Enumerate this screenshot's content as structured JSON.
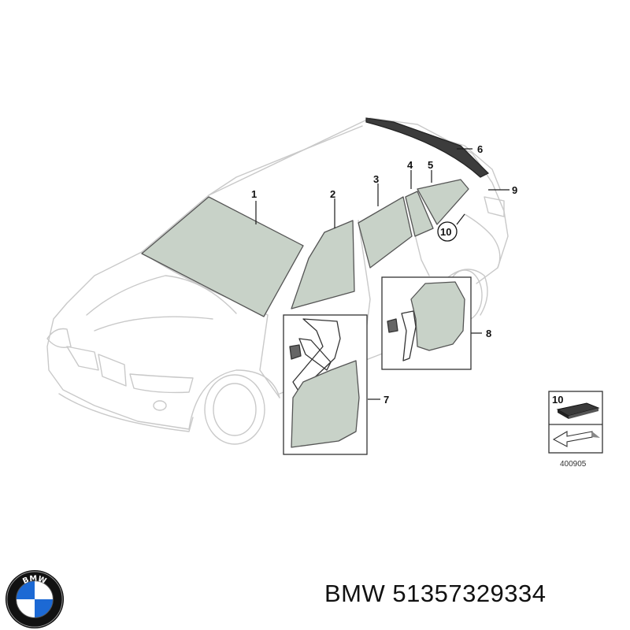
{
  "callouts": [
    {
      "id": "1",
      "label": "1"
    },
    {
      "id": "2",
      "label": "2"
    },
    {
      "id": "3",
      "label": "3"
    },
    {
      "id": "4",
      "label": "4"
    },
    {
      "id": "5",
      "label": "5"
    },
    {
      "id": "6",
      "label": "6"
    },
    {
      "id": "7",
      "label": "7"
    },
    {
      "id": "8",
      "label": "8"
    },
    {
      "id": "9",
      "label": "9"
    },
    {
      "id": "10",
      "label": "10"
    }
  ],
  "legend_box": {
    "number": "10",
    "ref_code": "400905"
  },
  "logo": {
    "letters": "BMW",
    "colors": {
      "blue": "#1c69d4",
      "white": "#ffffff",
      "ring": "#000000"
    }
  },
  "footer": {
    "text": "BMW 51357329334"
  }
}
